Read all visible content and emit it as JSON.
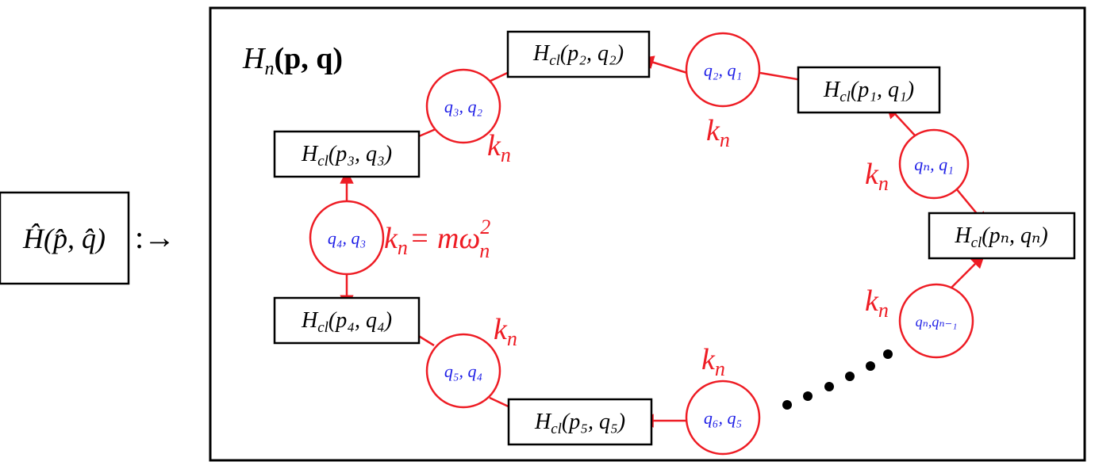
{
  "lhs": {
    "label": "Ĥ(p̂, q̂)",
    "operator": ":→"
  },
  "hamiltonian_label": {
    "base": "H",
    "sub": "n",
    "args": "(p, q)"
  },
  "boxes": [
    {
      "id": "b1",
      "H": "H",
      "sub": "cl",
      "args": "(p₁, q₁)"
    },
    {
      "id": "b2",
      "H": "H",
      "sub": "cl",
      "args": "(p₂, q₂)"
    },
    {
      "id": "b3",
      "H": "H",
      "sub": "cl",
      "args": "(p₃, q₃)"
    },
    {
      "id": "b4",
      "H": "H",
      "sub": "cl",
      "args": "(p₄, q₄)"
    },
    {
      "id": "b5",
      "H": "H",
      "sub": "cl",
      "args": "(p₅, q₅)"
    },
    {
      "id": "bn",
      "H": "H",
      "sub": "cl",
      "args": "(pₙ, qₙ)"
    }
  ],
  "couplings": [
    {
      "id": "c21",
      "label": "q₂, q₁"
    },
    {
      "id": "c32",
      "label": "q₃, q₂"
    },
    {
      "id": "c43",
      "label": "q₄, q₃"
    },
    {
      "id": "c54",
      "label": "q₅, q₄"
    },
    {
      "id": "c65",
      "label": "q₆, q₅"
    },
    {
      "id": "cn1",
      "label": "qₙ, q₁"
    },
    {
      "id": "cnn1",
      "label": "qₙ,qₙ₋₁"
    }
  ],
  "spring_label": {
    "k": "k",
    "sub": "n"
  },
  "spring_definition": {
    "rhs": "= mω",
    "sup": "2",
    "sub": "n"
  },
  "colors": {
    "coupling": "#ee1c24",
    "coupling_text": "#1d1de6",
    "box": "#000000"
  }
}
